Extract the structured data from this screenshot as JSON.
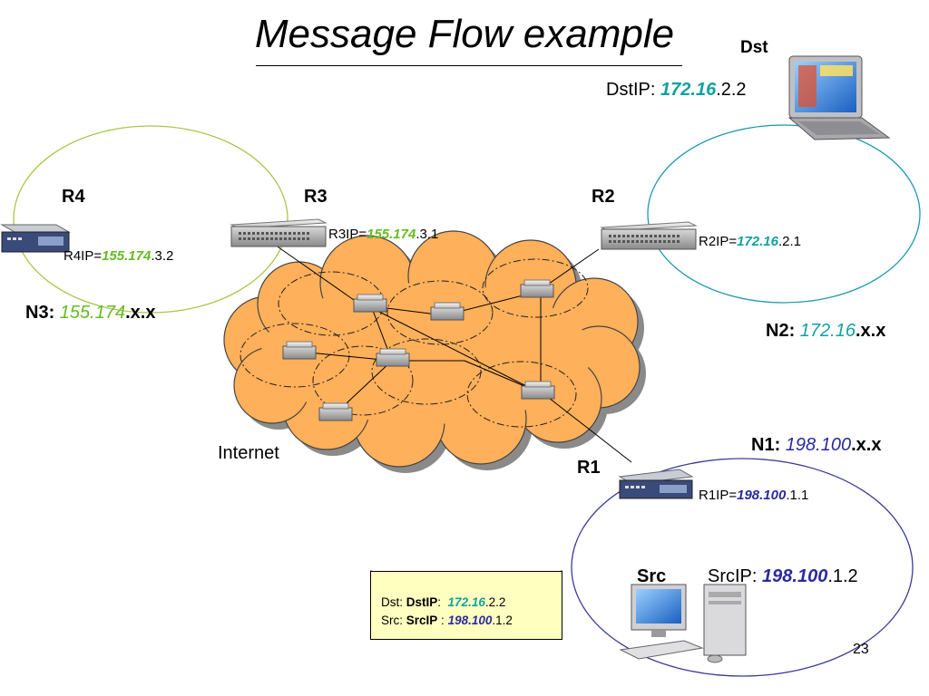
{
  "slide": {
    "title": "Message Flow example",
    "page_number": "23"
  },
  "colors": {
    "green": "#66bb22",
    "teal": "#10a0a0",
    "navy": "#2a2aa0",
    "cloud_fill": "#ffb05a",
    "cloud_stroke": "#444444",
    "n3_circle": "#a8c84a",
    "n2_circle": "#1a9aaa",
    "n1_circle": "#3a3a9a",
    "packet_fill": "#ffffc0"
  },
  "routers": {
    "r1": {
      "name": "R1",
      "ip_prefix": "R1IP=",
      "ip_net": "198.100",
      "ip_host": ".1.1"
    },
    "r2": {
      "name": "R2",
      "ip_prefix": "R2IP=",
      "ip_net": "172.16",
      "ip_host": ".2.1"
    },
    "r3": {
      "name": "R3",
      "ip_prefix": "R3IP=",
      "ip_net": "155.174",
      "ip_host": ".3.1"
    },
    "r4": {
      "name": "R4",
      "ip_prefix": "R4IP=",
      "ip_net": "155.174",
      "ip_host": ".3.2"
    }
  },
  "networks": {
    "n1": {
      "label": "N1: ",
      "net": "198.100",
      "suffix": ".x.x"
    },
    "n2": {
      "label": "N2: ",
      "net": "172.16",
      "suffix": ".x.x"
    },
    "n3": {
      "label": "N3: ",
      "net": "155.174",
      "suffix": ".x.x"
    }
  },
  "cloud": {
    "label": "Internet"
  },
  "hosts": {
    "dst": {
      "name": "Dst",
      "ip_prefix": "DstIP: ",
      "ip_net": "172.16",
      "ip_host": ".2.2"
    },
    "src": {
      "name": "Src",
      "ip_prefix": "SrcIP: ",
      "ip_net": "198.100",
      "ip_host": ".1.2"
    }
  },
  "packet": {
    "dst_prefix": "Dst: ",
    "dst_field": "DstIP",
    "dst_sep": ":  ",
    "dst_net": "172.16",
    "dst_host": ".2.2",
    "src_prefix": "Src: ",
    "src_field": "SrcIP",
    "src_sep": " : ",
    "src_net": "198.100",
    "src_host": ".1.2"
  }
}
